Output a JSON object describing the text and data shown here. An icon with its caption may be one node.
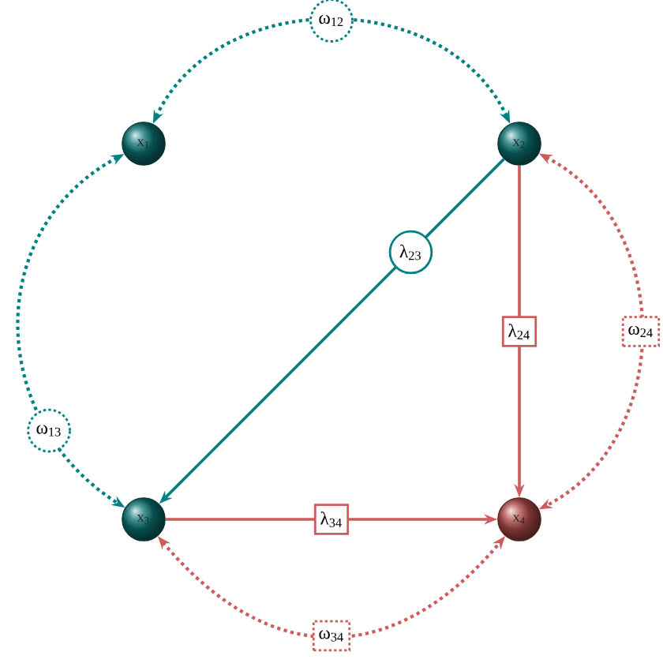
{
  "diagram": {
    "nodes": [
      {
        "text": [
          "x$_{1}$"
        ]
      },
      {
        "text": [
          "x$_{2}$"
        ]
      },
      {
        "text": [
          "x$_{3}$"
        ]
      },
      {
        "text": [
          "x$_{4}$"
        ]
      }
    ],
    "edges": [
      {
        "from": 0,
        "to": 1,
        "arrow": "both",
        "label": "ω$_{12}$",
        "style": "dashed",
        "color": "#008080"
      },
      {
        "from": 1,
        "to": 2,
        "arrow": "to",
        "label": "λ$_{23}$",
        "color": "#008080"
      },
      {
        "from": 1,
        "to": 3,
        "arrow": "to",
        "label": "λ$_{24}$"
      },
      {
        "from": 1,
        "to": 3,
        "arrow": "both",
        "label": "ω$_{24}$",
        "style": "dashed"
      },
      {
        "from": 0,
        "to": 2,
        "arrow": "both",
        "label": "ω$_{13}$",
        "style": "dashed",
        "color": "#008080"
      },
      {
        "from": 2,
        "to": 3,
        "arrow": "to",
        "label": "λ$_{34}$"
      },
      {
        "from": 2,
        "to": 3,
        "arrow": "both",
        "label": "ω$_{34}$",
        "style": "dashed"
      }
    ]
  }
}
